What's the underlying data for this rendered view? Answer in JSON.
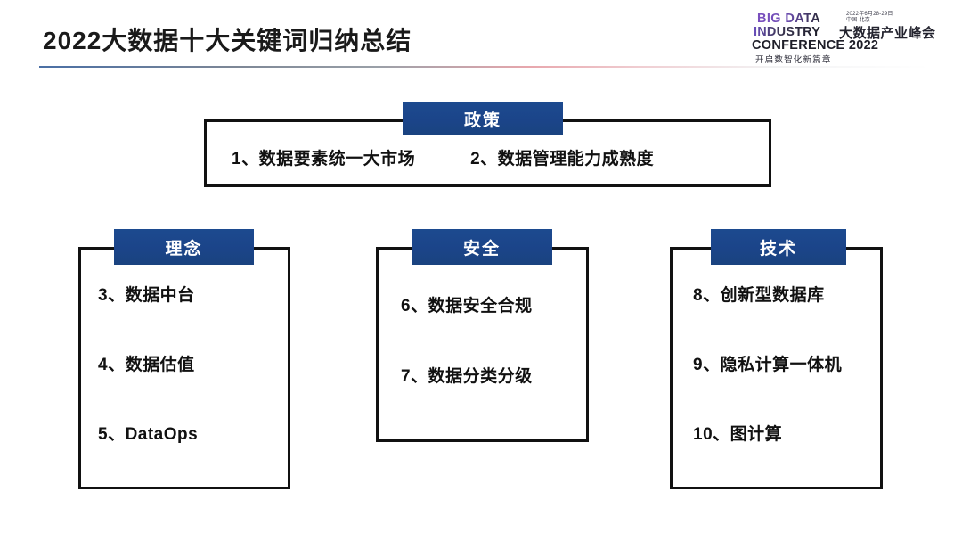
{
  "slide": {
    "title": "2022大数据十大关键词归纳总结",
    "accent_blue": "#1B4489",
    "border_black": "#111111",
    "background": "#FFFFFF"
  },
  "logo": {
    "line1": "BIG DATA",
    "line2": "INDUSTRY",
    "line3": "CONFERENCE 2022",
    "cn_name": "大数据产业峰会",
    "date": "2022年6月28-29日",
    "city": "中国·北京",
    "slogan": "开启数智化新篇章"
  },
  "groups": [
    {
      "id": "policy",
      "header": "政策",
      "items": [
        "1、数据要素统一大市场",
        "2、数据管理能力成熟度"
      ]
    },
    {
      "id": "concept",
      "header": "理念",
      "items": [
        "3、数据中台",
        "4、数据估值",
        "5、DataOps"
      ]
    },
    {
      "id": "security",
      "header": "安全",
      "items": [
        "6、数据安全合规",
        "7、数据分类分级"
      ]
    },
    {
      "id": "tech",
      "header": "技术",
      "items": [
        "8、创新型数据库",
        "9、隐私计算一体机",
        "10、图计算"
      ]
    }
  ]
}
